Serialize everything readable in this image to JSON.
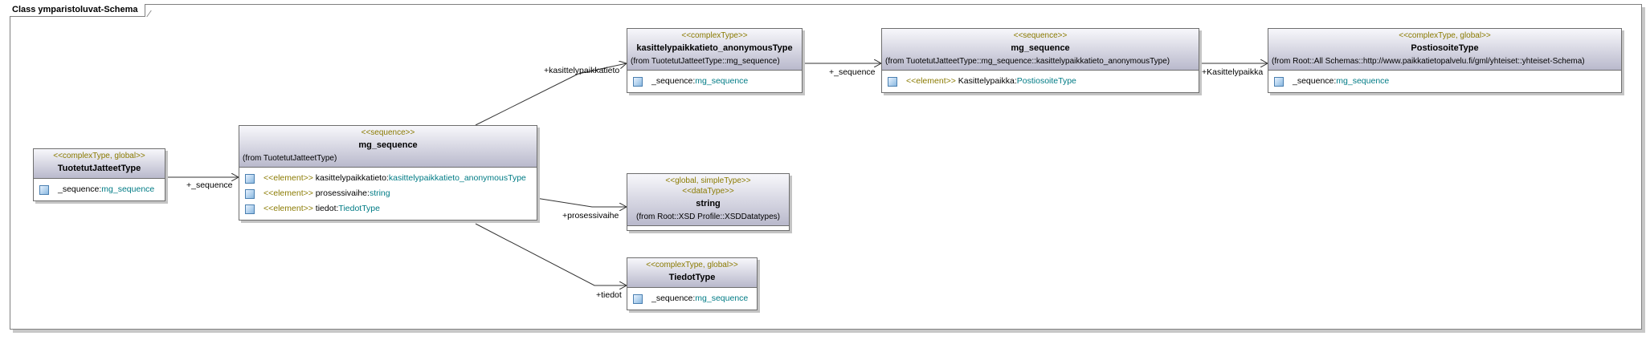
{
  "frame": {
    "title": "Class ymparistoluvat-Schema"
  },
  "classes": {
    "tuotetut": {
      "stereotype": "<<complexType, global>>",
      "name": "TuotetutJatteetType",
      "attrs": [
        {
          "name": "_sequence:",
          "type": "mg_sequence"
        }
      ]
    },
    "mg1": {
      "stereotype": "<<sequence>>",
      "name": "mg_sequence",
      "from": "(from TuotetutJatteetType)",
      "attrs": [
        {
          "st": "<<element>>",
          "name": " kasittelypaikkatieto:",
          "type": "kasittelypaikkatieto_anonymousType"
        },
        {
          "st": "<<element>>",
          "name": " prosessivaihe:",
          "type": "string"
        },
        {
          "st": "<<element>>",
          "name": " tiedot:",
          "type": "TiedotType"
        }
      ]
    },
    "anon": {
      "stereotype": "<<complexType>>",
      "name": "kasittelypaikkatieto_anonymousType",
      "from": "(from TuotetutJatteetType::mg_sequence)",
      "attrs": [
        {
          "name": "_sequence:",
          "type": "mg_sequence"
        }
      ]
    },
    "mg2": {
      "stereotype": "<<sequence>>",
      "name": "mg_sequence",
      "from": "(from TuotetutJatteetType::mg_sequence::kasittelypaikkatieto_anonymousType)",
      "attrs": [
        {
          "st": "<<element>>",
          "name": " Kasittelypaikka:",
          "type": "PostiosoiteType"
        }
      ]
    },
    "posti": {
      "stereotype": "<<complexType, global>>",
      "name": "PostiosoiteType",
      "from": "(from Root::All Schemas::http://www.paikkatietopalvelu.fi/gml/yhteiset::yhteiset-Schema)",
      "attrs": [
        {
          "name": "_sequence:",
          "type": "mg_sequence"
        }
      ]
    },
    "string": {
      "stereotype1": "<<global, simpleType>>",
      "stereotype2": "<<dataType>>",
      "name": "string",
      "from": "(from Root::XSD Profile::XSDDatatypes)"
    },
    "tiedot": {
      "stereotype": "<<complexType, global>>",
      "name": "TiedotType",
      "attrs": [
        {
          "name": "_sequence:",
          "type": "mg_sequence"
        }
      ]
    }
  },
  "links": {
    "l1": "+_sequence",
    "l2": "+kasittelypaikkatieto",
    "l3": "+_sequence",
    "l4": "+Kasittelypaikka",
    "l5": "+prosessivaihe",
    "l6": "+tiedot"
  }
}
